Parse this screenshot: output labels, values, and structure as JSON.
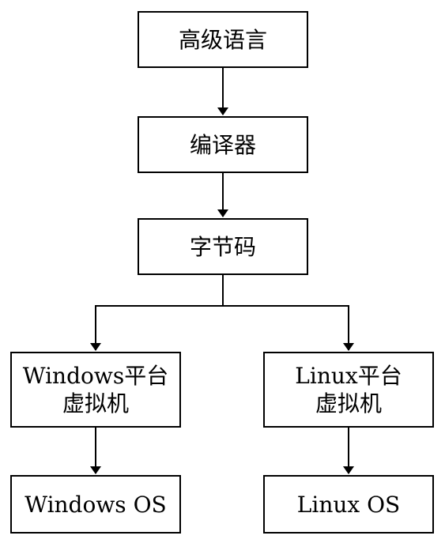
{
  "nodes": {
    "high_level_language": "高级语言",
    "compiler": "编译器",
    "bytecode": "字节码",
    "windows_vm": "Windows平台\n虚拟机",
    "linux_vm": "Linux平台\n虚拟机",
    "windows_os": "Windows OS",
    "linux_os": "Linux OS"
  }
}
